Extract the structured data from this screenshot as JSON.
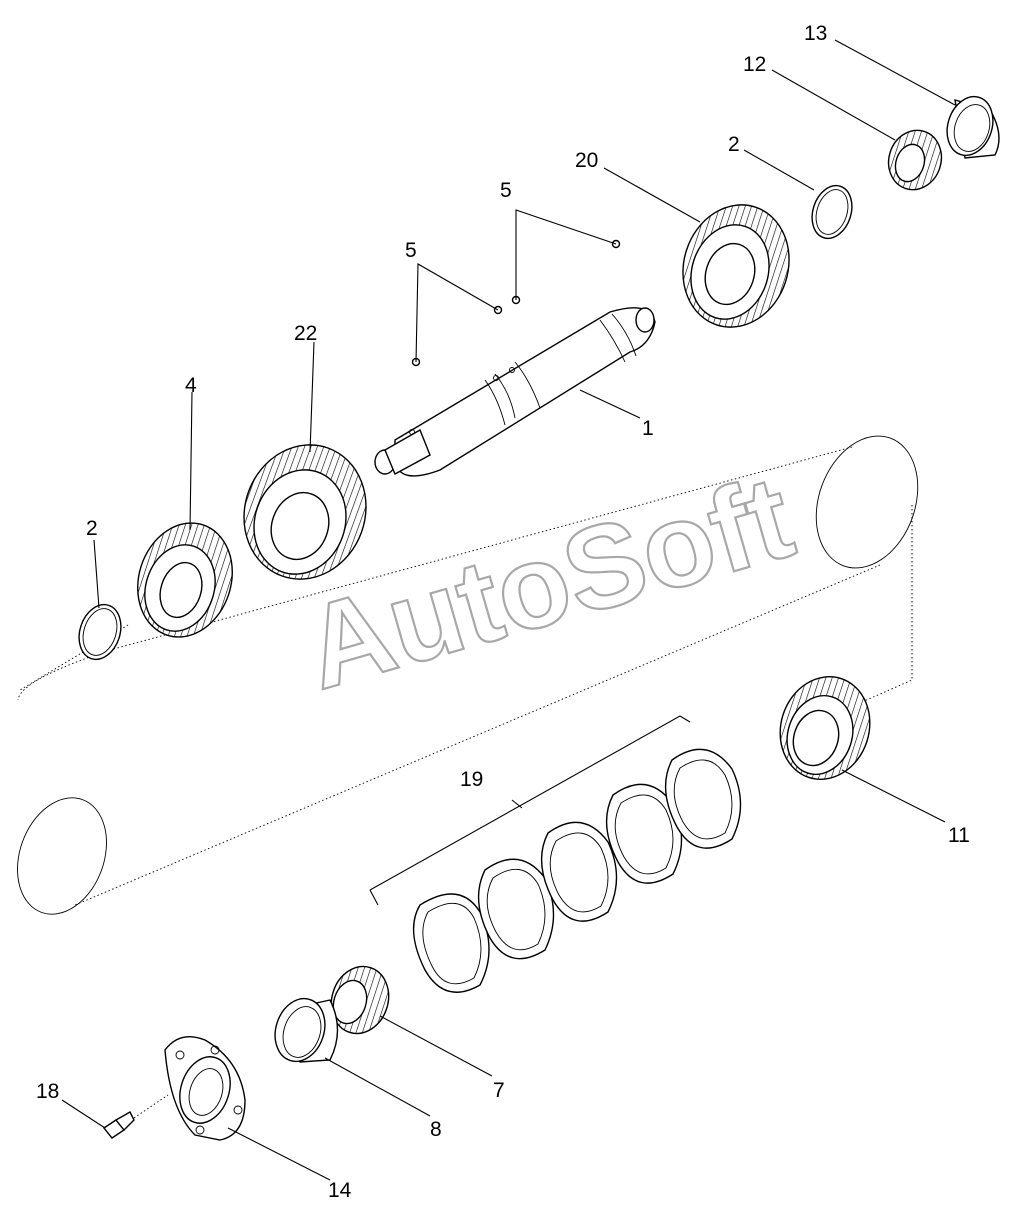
{
  "watermark": "AutoSoft",
  "callouts": {
    "c1": "1",
    "c2a": "2",
    "c2b": "2",
    "c4": "4",
    "c5a": "5",
    "c5b": "5",
    "c7": "7",
    "c8": "8",
    "c11": "11",
    "c12": "12",
    "c13": "13",
    "c14": "14",
    "c18": "18",
    "c19": "19",
    "c20": "20",
    "c22": "22"
  }
}
